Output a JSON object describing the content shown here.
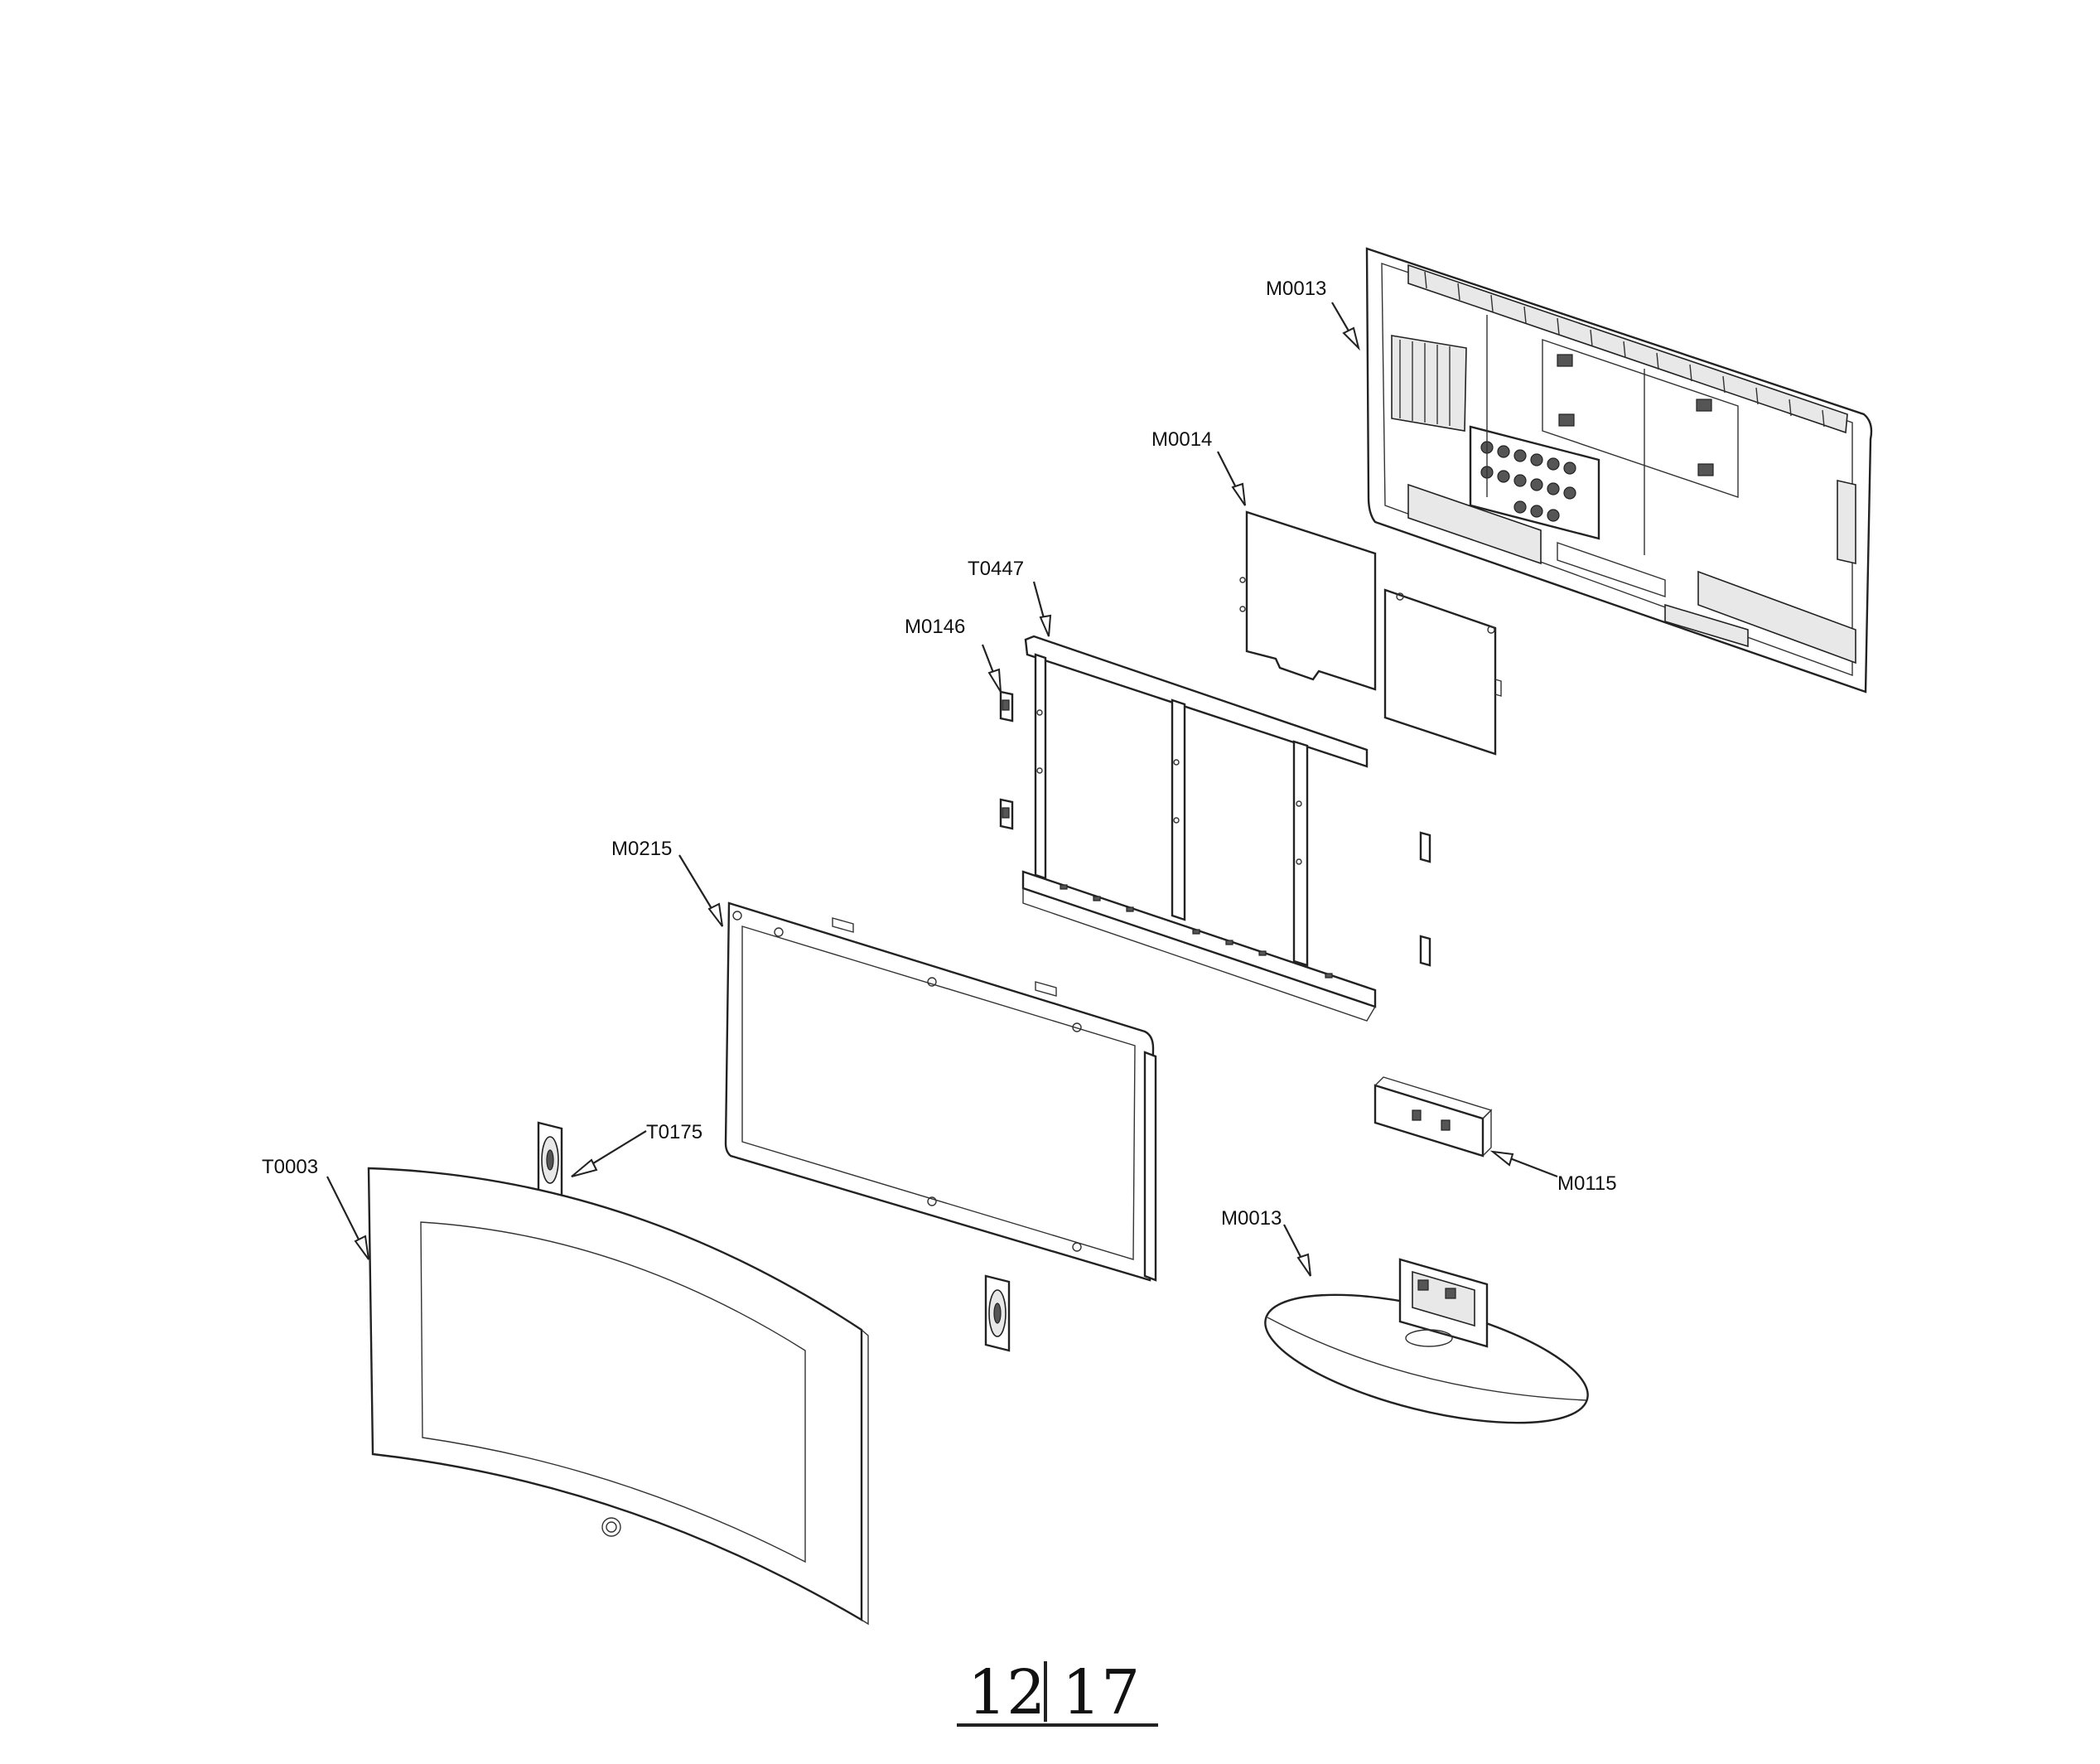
{
  "callouts": [
    {
      "id": "M0013",
      "label": "M0013"
    },
    {
      "id": "M0014",
      "label": "M0014"
    },
    {
      "id": "T0447",
      "label": "T0447"
    },
    {
      "id": "M0146",
      "label": "M0146"
    },
    {
      "id": "M0215",
      "label": "M0215"
    },
    {
      "id": "T0175",
      "label": "T0175"
    },
    {
      "id": "T0003",
      "label": "T0003"
    },
    {
      "id": "M0115",
      "label": "M0115"
    },
    {
      "id": "M0013b",
      "label": "M0013"
    }
  ],
  "page_mark": {
    "left": "12",
    "right": "17"
  }
}
